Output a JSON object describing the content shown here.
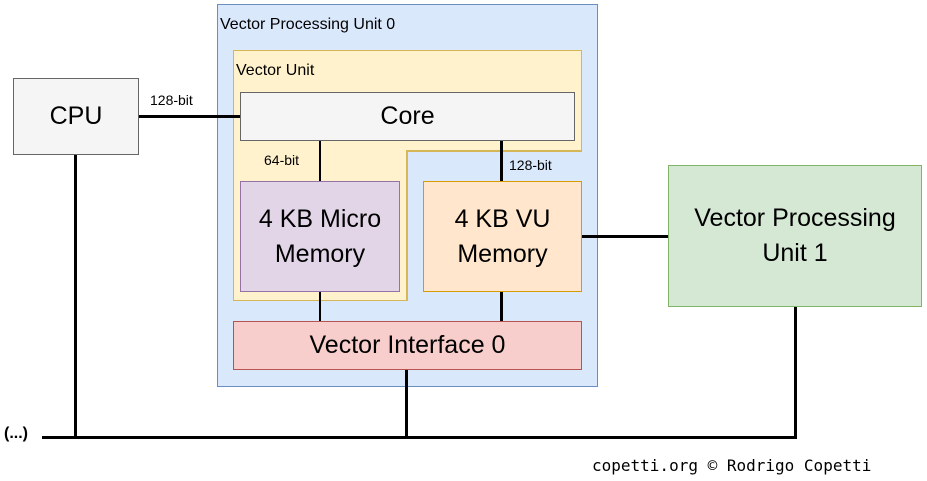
{
  "vpu0": {
    "title": "Vector Processing Unit 0"
  },
  "vector_unit": {
    "title": "Vector Unit"
  },
  "cpu": {
    "label": "CPU"
  },
  "core": {
    "label": "Core"
  },
  "micro_memory": {
    "line1": "4 KB Micro",
    "line2": "Memory"
  },
  "vu_memory": {
    "line1": "4 KB VU",
    "line2": "Memory"
  },
  "vector_interface": {
    "label": "Vector Interface 0"
  },
  "vpu1": {
    "line1": "Vector Processing",
    "line2": "Unit 1"
  },
  "links": {
    "cpu_core": "128-bit",
    "core_micro": "64-bit",
    "core_vumem": "128-bit"
  },
  "bus": {
    "continuation": "(...)"
  },
  "credit": "copetti.org © Rodrigo Copetti",
  "colors": {
    "vpu0_fill": "#dae8fc",
    "vector_unit_fill": "#fff2cc",
    "core_fill": "#f5f5f5",
    "micro_fill": "#e1d5e7",
    "vumem_fill": "#ffe6cc",
    "interface_fill": "#f8cecc",
    "vpu1_fill": "#d5e8d4"
  }
}
